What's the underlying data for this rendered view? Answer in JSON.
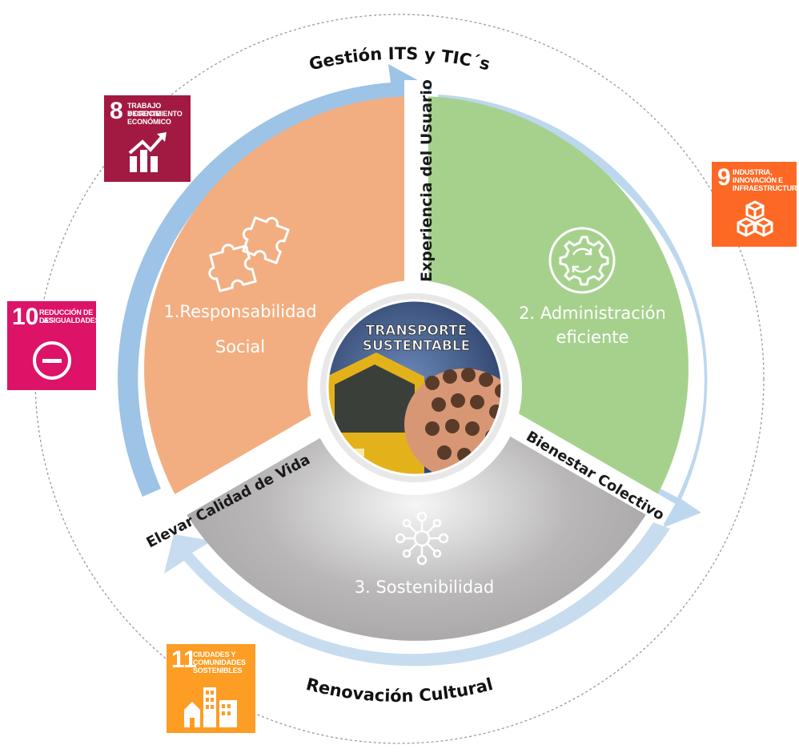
{
  "diagram": {
    "outer_ring": {
      "top": "Gestión ITS y TIC´s",
      "bottom": "Renovación Cultural"
    },
    "dividers": {
      "top": "Experiencia del Usuario",
      "right": "Bienestar Colectivo",
      "left": "Elevar Calidad de Vida"
    },
    "segments": [
      {
        "lines": [
          "1.Responsabilidad",
          "Social"
        ],
        "color": "#f2ae81",
        "icon": "puzzle-icon"
      },
      {
        "lines": [
          "2. Administración",
          "eficiente"
        ],
        "color": "#a6d18d",
        "icon": "gear-cycle-icon"
      },
      {
        "lines": [
          "3. Sostenibilidad"
        ],
        "color": "#a7a5a5",
        "icon": "network-icon"
      }
    ],
    "center": {
      "lines": [
        "TRANSPORTE",
        "SUSTENTABLE"
      ]
    },
    "colors": {
      "arrow_left": "#9dc3e6",
      "arrow_right": "#bdd7ee",
      "dashed_circle": "#999999"
    }
  },
  "sdg_badges": [
    {
      "number": "8",
      "lines": [
        "TRABAJO DECENTE",
        "Y CRECIMIENTO",
        "ECONÓMICO"
      ],
      "color": "#a21942",
      "icon": "growth-chart-icon"
    },
    {
      "number": "9",
      "lines": [
        "INDUSTRIA,",
        "INNOVACIÓN E",
        "INFRAESTRUCTURA"
      ],
      "color": "#fd6925",
      "icon": "cubes-icon"
    },
    {
      "number": "10",
      "lines": [
        "REDUCCIÓN DE LAS",
        "DESIGUALDADES"
      ],
      "color": "#dd1367",
      "icon": "equality-icon"
    },
    {
      "number": "11",
      "lines": [
        "CIUDADES Y",
        "COMUNIDADES",
        "SOSTENIBLES"
      ],
      "color": "#fd9d24",
      "icon": "city-icon"
    }
  ]
}
